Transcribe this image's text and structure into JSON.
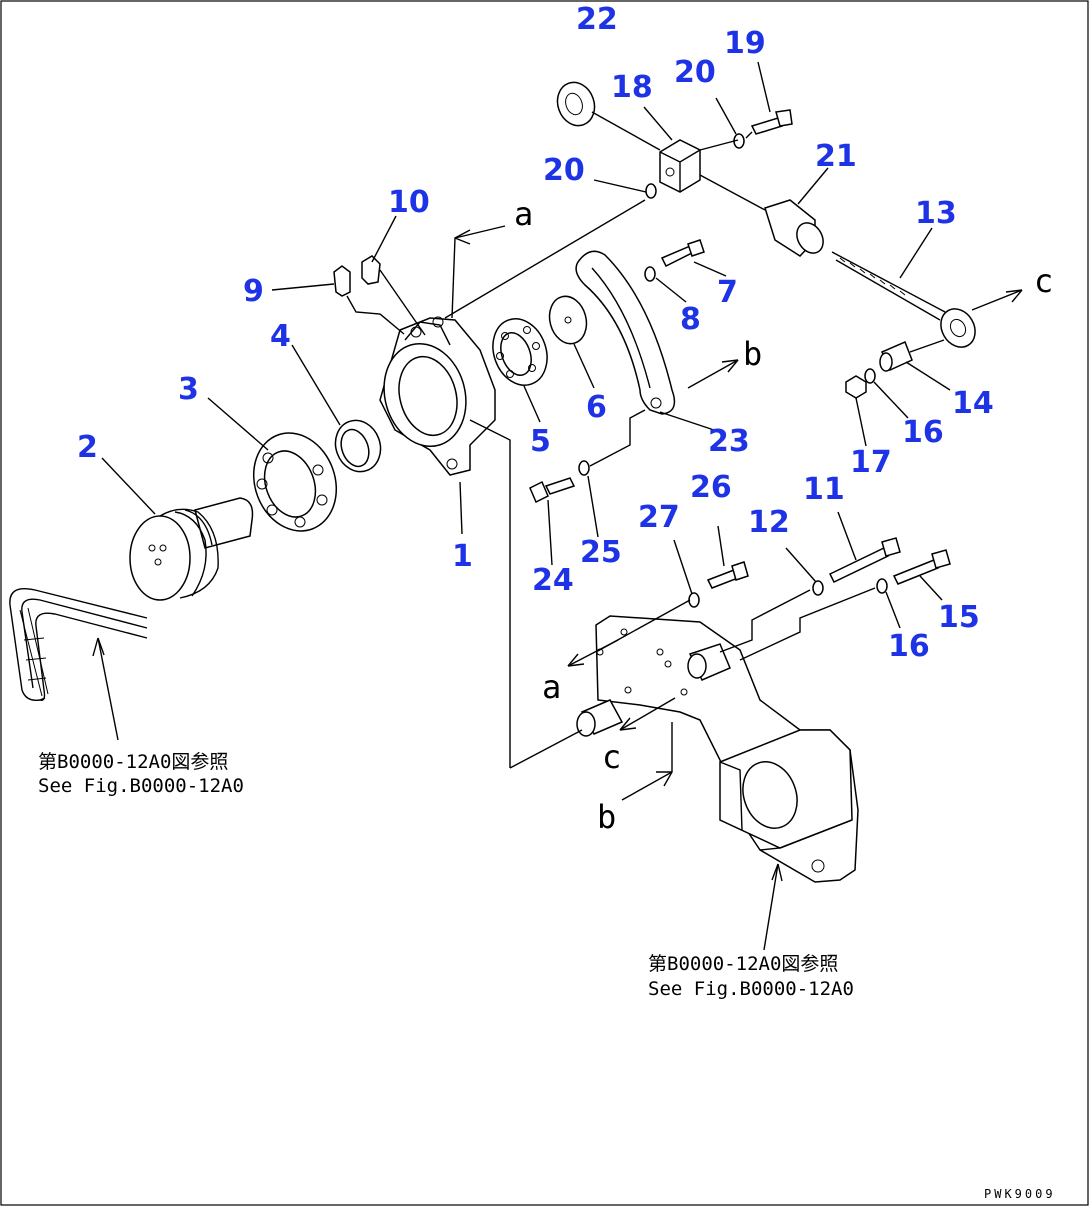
{
  "callouts": {
    "c1": "1",
    "c2": "2",
    "c3": "3",
    "c4": "4",
    "c5": "5",
    "c6": "6",
    "c7": "7",
    "c8": "8",
    "c9": "9",
    "c10": "10",
    "c11": "11",
    "c12": "12",
    "c13": "13",
    "c14": "14",
    "c15": "15",
    "c16a": "16",
    "c16b": "16",
    "c17": "17",
    "c18": "18",
    "c19": "19",
    "c20a": "20",
    "c20b": "20",
    "c21": "21",
    "c22": "22",
    "c23": "23",
    "c24": "24",
    "c25": "25",
    "c26": "26",
    "c27": "27"
  },
  "connectors": {
    "a_top": "a",
    "a_bottom": "a",
    "b_top": "b",
    "b_bottom": "b",
    "c_top": "c",
    "c_bottom": "c"
  },
  "references": {
    "belt_jp": "第B0000-12A0図参照",
    "belt_en": "See Fig.B0000-12A0",
    "bracket_jp": "第B0000-12A0図参照",
    "bracket_en": "See Fig.B0000-12A0"
  },
  "figure_code": "PWK9009"
}
